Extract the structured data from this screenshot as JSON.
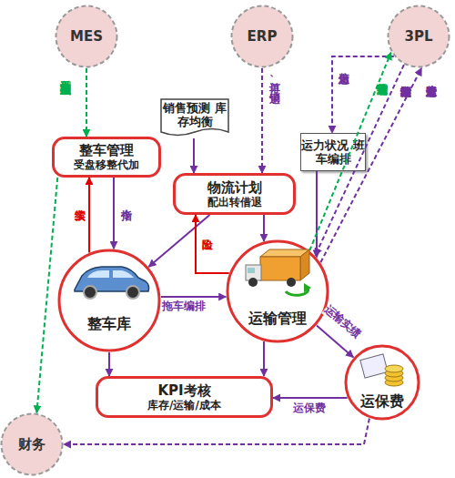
{
  "diagram": {
    "nodes": [
      {
        "text": [
          "MES"
        ]
      },
      {
        "text": [
          "ERP"
        ]
      },
      {
        "text": [
          "3PL"
        ]
      },
      {
        "text": [
          "整车管理",
          "受盘移整代加"
        ]
      },
      {
        "text": [
          "销售预测 库存均衡"
        ]
      },
      {
        "text": [
          "运力状况 班车编排"
        ]
      },
      {
        "text": [
          "物流计划",
          "配出转借退"
        ]
      },
      {
        "text": [
          "整车库"
        ]
      },
      {
        "text": [
          "运输管理"
        ]
      },
      {
        "text": [
          "KPI考核",
          "库存/运输/成本"
        ]
      },
      {
        "text": [
          "运保费"
        ]
      },
      {
        "text": [
          "财务"
        ]
      }
    ],
    "edges": [
      {
        "from": 0,
        "to": 3,
        "arrow": "to",
        "label": "受入计划 成品主数据"
      },
      {
        "from": 1,
        "to": 6,
        "arrow": "to",
        "label": "订单、销退"
      },
      {
        "from": 2,
        "to": 5,
        "arrow": "to",
        "label": "运力信息"
      },
      {
        "from": 5,
        "to": 8,
        "arrow": "to"
      },
      {
        "from": 4,
        "to": 6,
        "arrow": "to"
      },
      {
        "from": 8,
        "to": 2,
        "arrow": "to",
        "label": "物流需求计划"
      },
      {
        "from": 2,
        "to": 8,
        "arrow": "to",
        "label": "运输计划实绩"
      },
      {
        "from": 8,
        "to": 2,
        "arrow": "to",
        "label": "运费对账信息"
      },
      {
        "from": 6,
        "to": 7,
        "arrow": "to"
      },
      {
        "from": 6,
        "to": 8,
        "arrow": "to"
      },
      {
        "from": 8,
        "to": 6,
        "arrow": "to",
        "label": "出险"
      },
      {
        "from": 3,
        "to": 7,
        "arrow": "to",
        "label": "指令"
      },
      {
        "from": 7,
        "to": 3,
        "arrow": "to",
        "label": "实绩"
      },
      {
        "from": 7,
        "to": 8,
        "arrow": "to",
        "label": "拖车编排"
      },
      {
        "from": 7,
        "to": 9,
        "arrow": "to"
      },
      {
        "from": 8,
        "to": 9,
        "arrow": "to"
      },
      {
        "from": 8,
        "to": 10,
        "arrow": "to",
        "label": "运输实绩"
      },
      {
        "from": 10,
        "to": 9,
        "arrow": "to",
        "label": "运保费"
      },
      {
        "from": 10,
        "to": 11,
        "arrow": "to"
      },
      {
        "from": 3,
        "to": 11,
        "arrow": "to"
      }
    ]
  }
}
